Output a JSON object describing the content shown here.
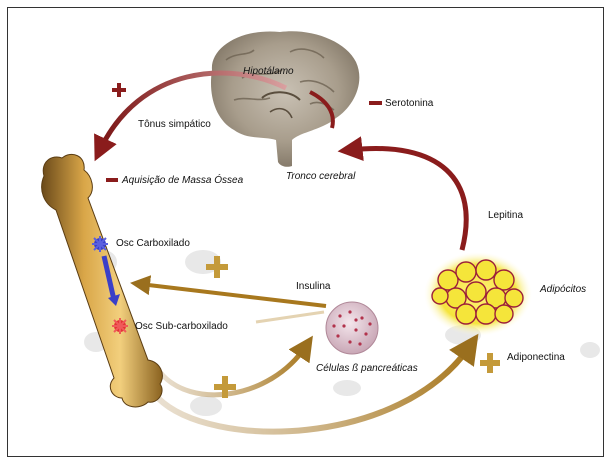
{
  "labels": {
    "hipotalamo": "Hipotálamo",
    "serotonina": "Serotonina",
    "tonus": "Tônus simpático",
    "aquisicao": "Aquisição de Massa Óssea",
    "tronco": "Tronco cerebral",
    "lepitina": "Lepitina",
    "osc_carbox": "Osc Carboxilado",
    "osc_sub": "Osc Sub-carboxilado",
    "insulina": "Insulina",
    "adipocitos": "Adipócitos",
    "celulas": "Células ß pancreáticas",
    "adiponectina": "Adiponectina"
  },
  "colors": {
    "inhibit": "#8a1c1c",
    "stimulate": "#b8892a",
    "frame": "#333333"
  },
  "icons": {
    "brain": "brain-icon",
    "bone": "femur-bone-icon",
    "cells": "pancreatic-cell-icon",
    "fat": "adipocyte-cluster-icon"
  }
}
